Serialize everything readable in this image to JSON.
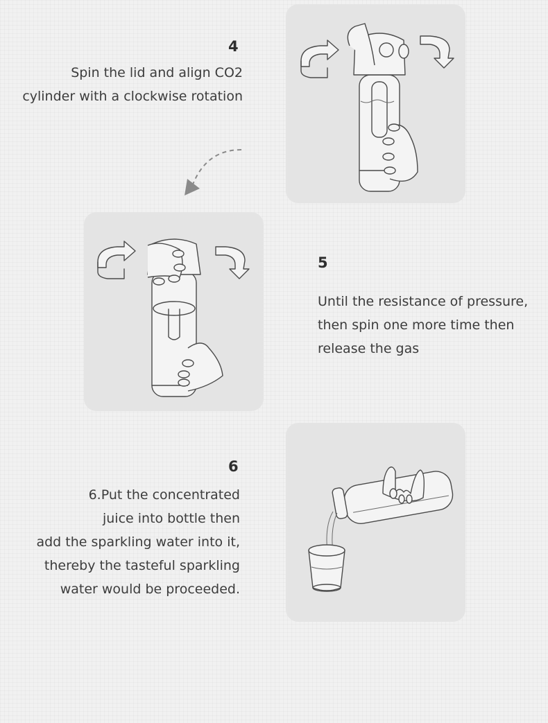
{
  "steps": [
    {
      "number": "4",
      "lines": [
        "Spin the lid and align CO2",
        "cylinder with a clockwise rotation"
      ]
    },
    {
      "number": "5",
      "lines": [
        "Until the resistance of pressure,",
        "then spin one more time then",
        "release the gas"
      ]
    },
    {
      "number": "6",
      "lines": [
        "6.Put the concentrated",
        "juice into bottle then",
        "add the sparkling water into it,",
        "thereby the tasteful sparkling",
        "water would be proceeded."
      ]
    }
  ]
}
